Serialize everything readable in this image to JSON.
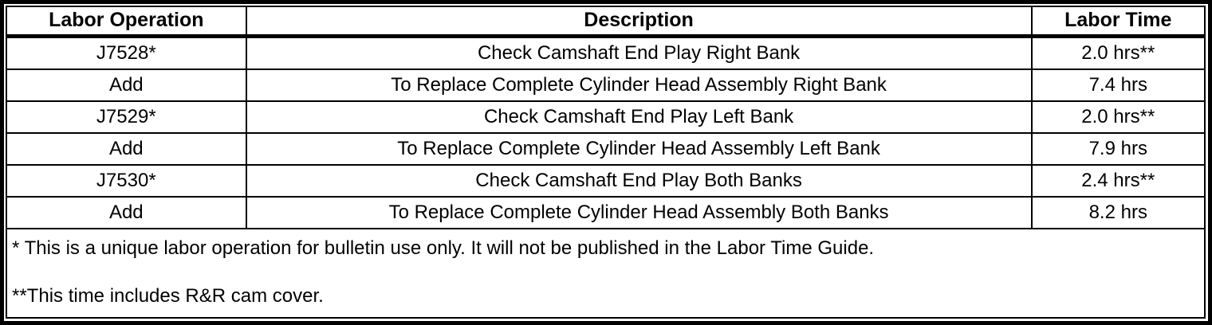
{
  "colors": {
    "border": "#000000",
    "background": "#ffffff",
    "text": "#000000"
  },
  "table": {
    "headers": [
      "Labor Operation",
      "Description",
      "Labor Time"
    ],
    "rows": [
      {
        "operation": "J7528*",
        "description": "Check Camshaft End Play Right Bank",
        "time": "2.0 hrs**"
      },
      {
        "operation": "Add",
        "description": "To Replace Complete Cylinder Head Assembly Right Bank",
        "time": "7.4 hrs"
      },
      {
        "operation": "J7529*",
        "description": "Check Camshaft End Play Left Bank",
        "time": "2.0 hrs**"
      },
      {
        "operation": "Add",
        "description": "To Replace Complete Cylinder Head Assembly Left Bank",
        "time": "7.9 hrs"
      },
      {
        "operation": "J7530*",
        "description": "Check Camshaft End Play Both Banks",
        "time": "2.4 hrs**"
      },
      {
        "operation": "Add",
        "description": "To Replace Complete Cylinder Head Assembly Both Banks",
        "time": "8.2 hrs"
      }
    ],
    "footnotes": [
      "* This is a unique labor operation for bulletin use only. It will not be published in the Labor Time Guide.",
      "**This time includes R&R cam cover."
    ]
  }
}
